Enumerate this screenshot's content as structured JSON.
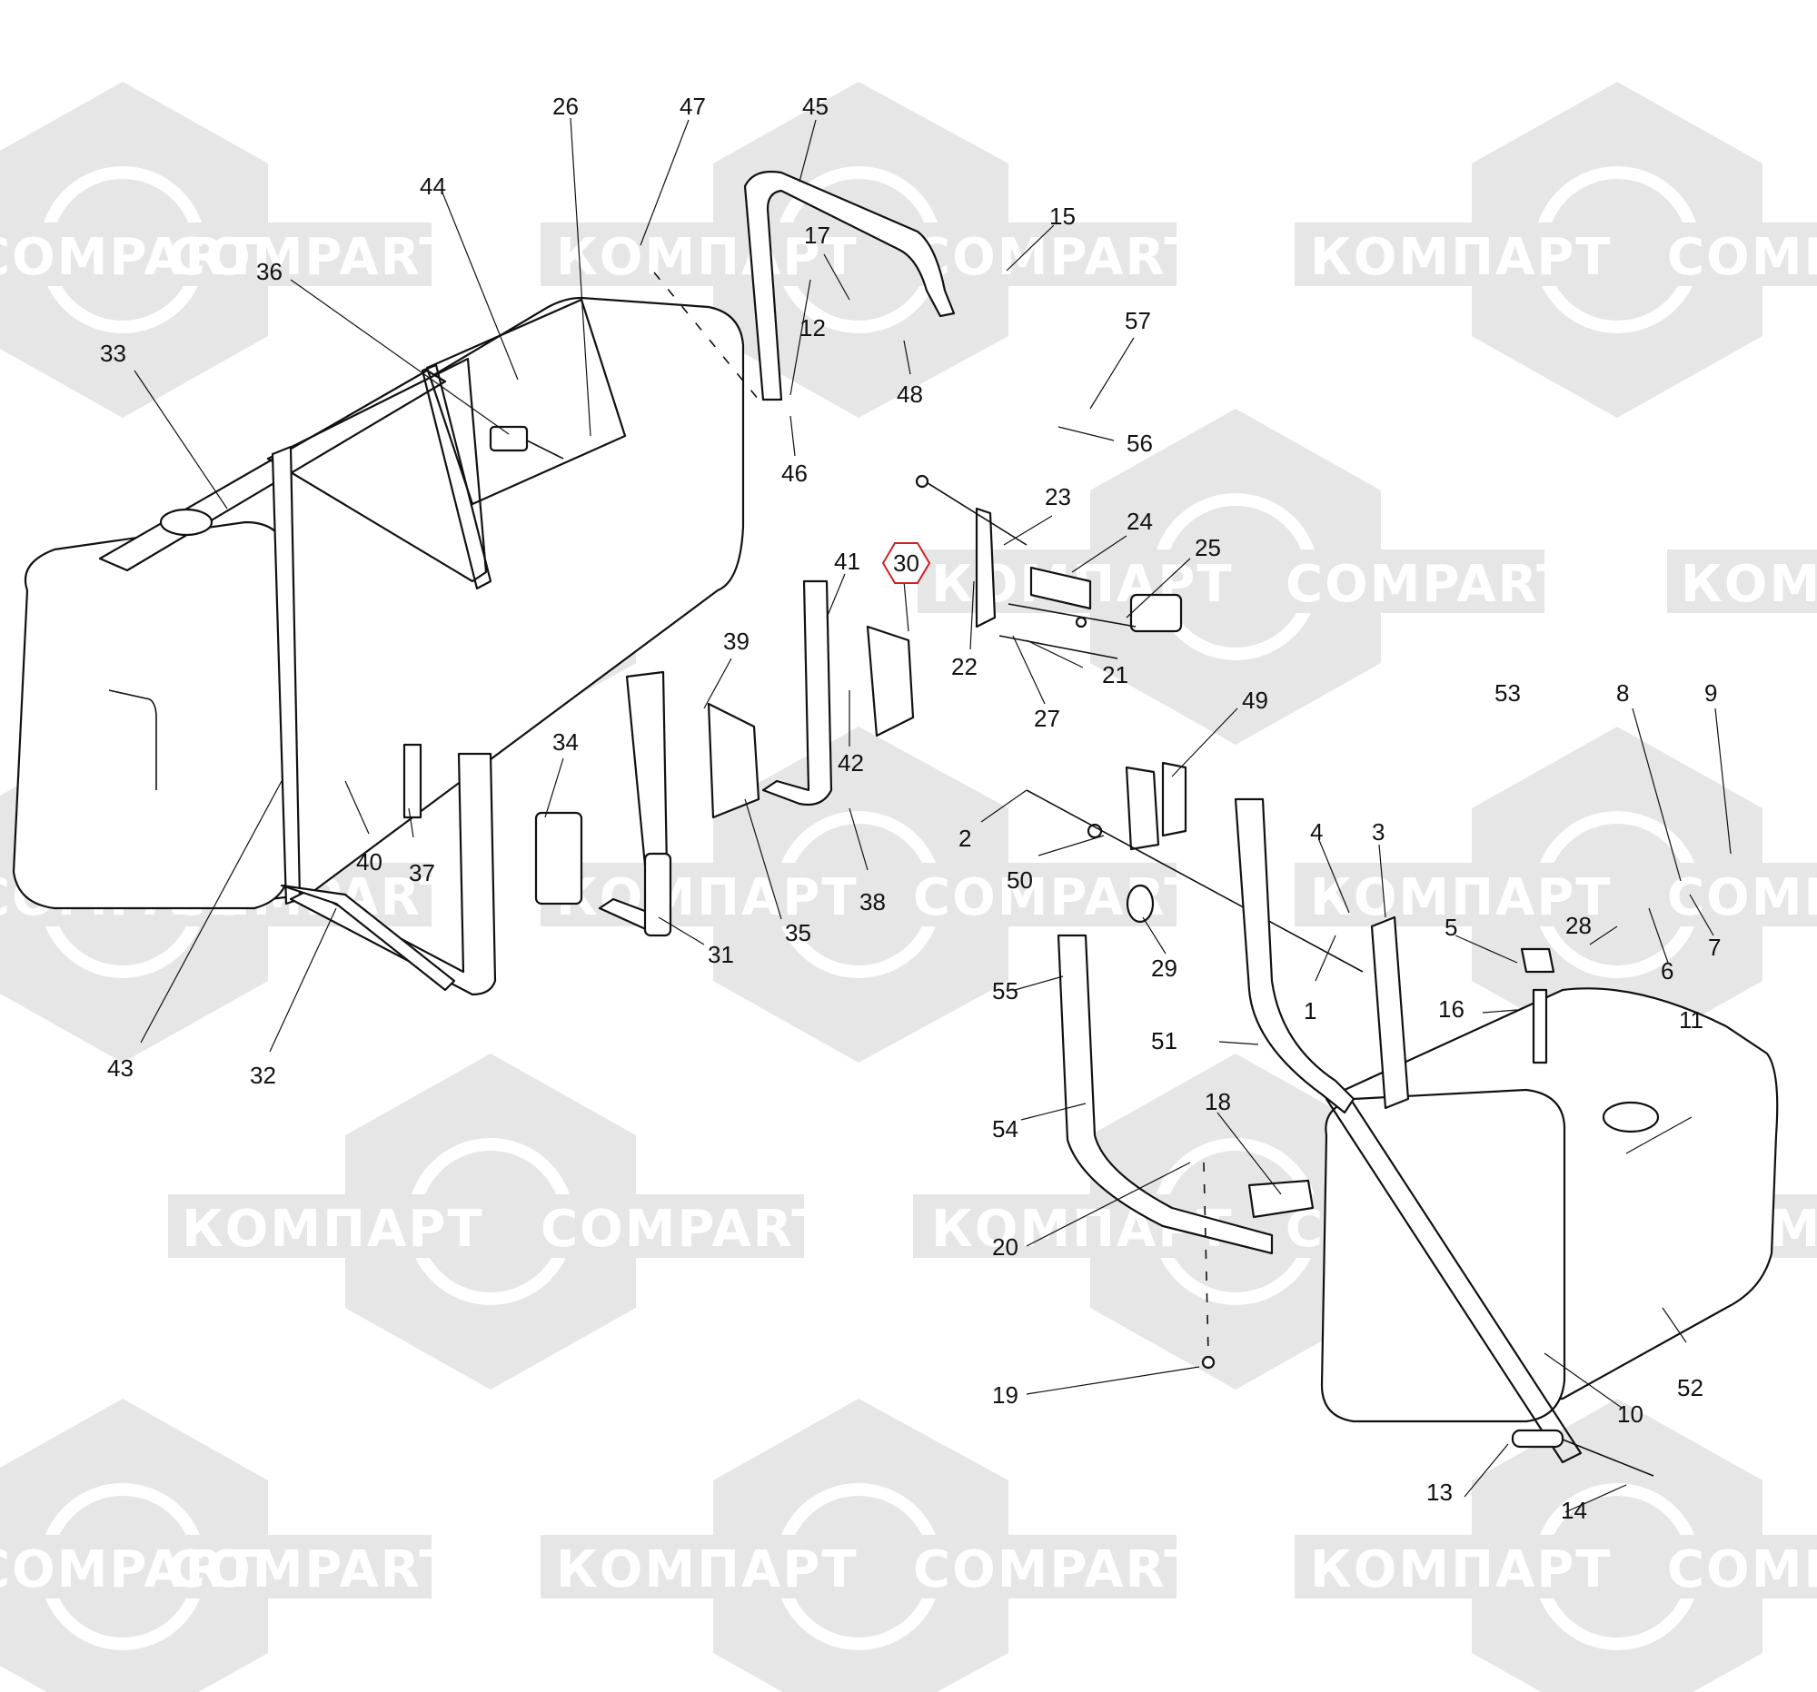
{
  "watermark": {
    "text_ru": "КОМПАРТ",
    "text_en": "COMPART"
  },
  "highlighted_part": "30",
  "callouts": [
    "1",
    "2",
    "3",
    "4",
    "5",
    "6",
    "7",
    "8",
    "9",
    "10",
    "11",
    "12",
    "13",
    "14",
    "15",
    "16",
    "17",
    "18",
    "19",
    "20",
    "21",
    "22",
    "23",
    "24",
    "25",
    "26",
    "27",
    "28",
    "29",
    "30",
    "31",
    "32",
    "33",
    "34",
    "35",
    "36",
    "37",
    "38",
    "39",
    "40",
    "41",
    "42",
    "43",
    "44",
    "45",
    "46",
    "47",
    "48",
    "49",
    "50",
    "51",
    "52",
    "53",
    "54",
    "55",
    "56",
    "57"
  ]
}
